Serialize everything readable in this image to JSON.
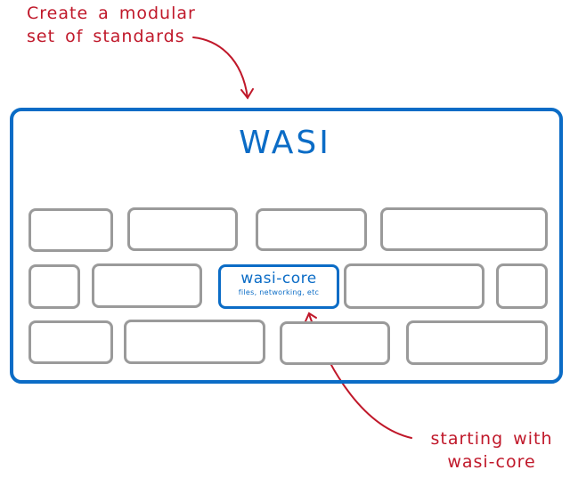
{
  "annotations": {
    "top_note": [
      "Create a modular",
      "set of standards"
    ],
    "bottom_note": [
      "starting with",
      "wasi-core"
    ]
  },
  "diagram": {
    "title": "WASI",
    "core_module": {
      "label": "wasi-core",
      "sublabel": "files, networking, etc"
    },
    "rows": [
      {
        "blocks": 4
      },
      {
        "blocks": 5,
        "highlighted_index": 2
      },
      {
        "blocks": 4
      }
    ]
  },
  "colors": {
    "annotation": "#c0182a",
    "accent": "#0b6cc6",
    "block_border": "#9a9a9a"
  }
}
